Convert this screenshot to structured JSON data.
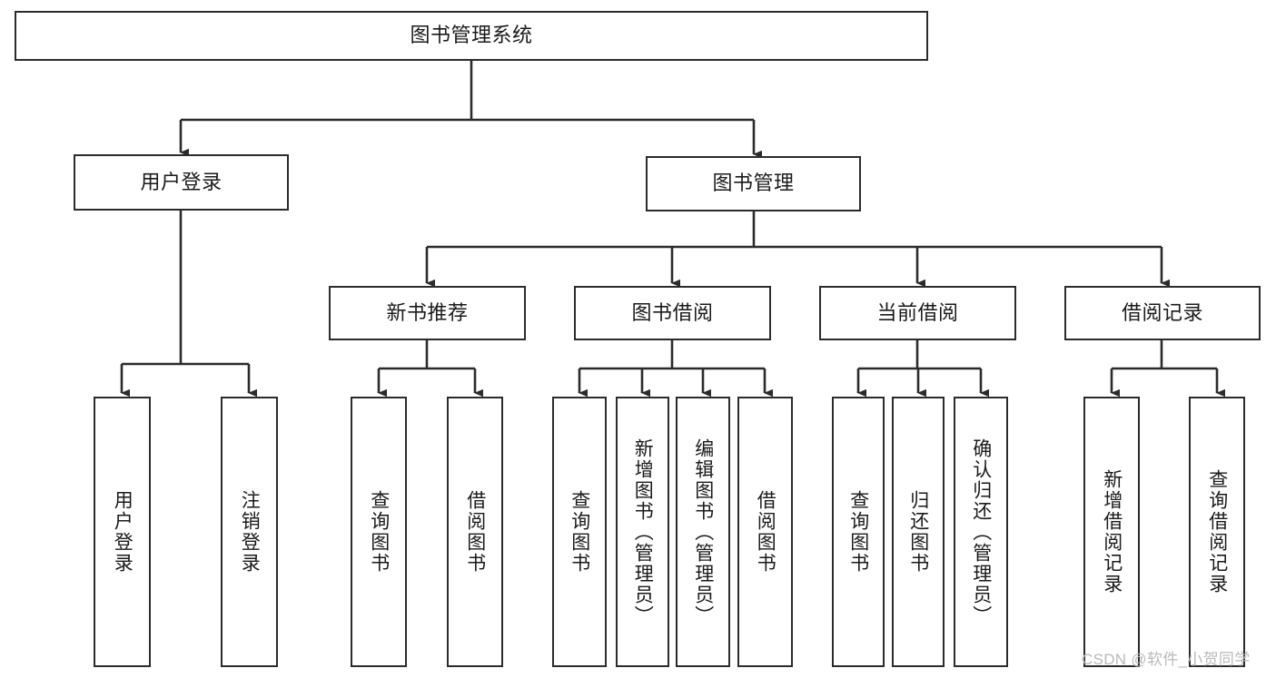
{
  "diagram": {
    "title": "图书管理系统",
    "type": "tree",
    "colors": {
      "stroke": "#2b2b2b",
      "fill": "#ffffff",
      "text": "#1a1a1a",
      "watermark": "#b9b9b9"
    },
    "nodes": {
      "root": {
        "label": "图书管理系统",
        "level": 1,
        "orientation": "horizontal"
      },
      "user_login": {
        "label": "用户登录",
        "level": 2,
        "orientation": "horizontal"
      },
      "book_manage": {
        "label": "图书管理",
        "level": 2,
        "orientation": "horizontal"
      },
      "new_book_rec": {
        "label": "新书推荐",
        "level": 3,
        "orientation": "horizontal"
      },
      "book_borrow": {
        "label": "图书借阅",
        "level": 3,
        "orientation": "horizontal"
      },
      "current_borrow": {
        "label": "当前借阅",
        "level": 3,
        "orientation": "horizontal"
      },
      "borrow_record": {
        "label": "借阅记录",
        "level": 3,
        "orientation": "horizontal"
      },
      "leaf_user_login": {
        "label": "用户登录",
        "level": 4,
        "orientation": "vertical"
      },
      "leaf_logout": {
        "label": "注销登录",
        "level": 4,
        "orientation": "vertical"
      },
      "leaf_query_book_1": {
        "label": "查询图书",
        "level": 4,
        "orientation": "vertical"
      },
      "leaf_borrow_book_1": {
        "label": "借阅图书",
        "level": 4,
        "orientation": "vertical"
      },
      "leaf_query_book_2": {
        "label": "查询图书",
        "level": 4,
        "orientation": "vertical"
      },
      "leaf_add_book": {
        "label": "新增图书（管理员）",
        "level": 4,
        "orientation": "vertical"
      },
      "leaf_edit_book": {
        "label": "编辑图书（管理员）",
        "level": 4,
        "orientation": "vertical"
      },
      "leaf_borrow_book_2": {
        "label": "借阅图书",
        "level": 4,
        "orientation": "vertical"
      },
      "leaf_query_book_3": {
        "label": "查询图书",
        "level": 4,
        "orientation": "vertical"
      },
      "leaf_return_book": {
        "label": "归还图书",
        "level": 4,
        "orientation": "vertical"
      },
      "leaf_confirm_return": {
        "label": "确认归还（管理员）",
        "level": 4,
        "orientation": "vertical"
      },
      "leaf_add_record": {
        "label": "新增借阅记录",
        "level": 4,
        "orientation": "vertical"
      },
      "leaf_query_record": {
        "label": "查询借阅记录",
        "level": 4,
        "orientation": "vertical"
      }
    },
    "edges": [
      {
        "from": "root",
        "to": "user_login"
      },
      {
        "from": "root",
        "to": "book_manage"
      },
      {
        "from": "user_login",
        "to": "leaf_user_login"
      },
      {
        "from": "user_login",
        "to": "leaf_logout"
      },
      {
        "from": "book_manage",
        "to": "new_book_rec"
      },
      {
        "from": "book_manage",
        "to": "book_borrow"
      },
      {
        "from": "book_manage",
        "to": "current_borrow"
      },
      {
        "from": "book_manage",
        "to": "borrow_record"
      },
      {
        "from": "new_book_rec",
        "to": "leaf_query_book_1"
      },
      {
        "from": "new_book_rec",
        "to": "leaf_borrow_book_1"
      },
      {
        "from": "book_borrow",
        "to": "leaf_query_book_2"
      },
      {
        "from": "book_borrow",
        "to": "leaf_add_book"
      },
      {
        "from": "book_borrow",
        "to": "leaf_edit_book"
      },
      {
        "from": "book_borrow",
        "to": "leaf_borrow_book_2"
      },
      {
        "from": "current_borrow",
        "to": "leaf_query_book_3"
      },
      {
        "from": "current_borrow",
        "to": "leaf_return_book"
      },
      {
        "from": "current_borrow",
        "to": "leaf_confirm_return"
      },
      {
        "from": "borrow_record",
        "to": "leaf_add_record"
      },
      {
        "from": "borrow_record",
        "to": "leaf_query_record"
      }
    ],
    "watermark": "CSDN @软件_小贺同学"
  }
}
